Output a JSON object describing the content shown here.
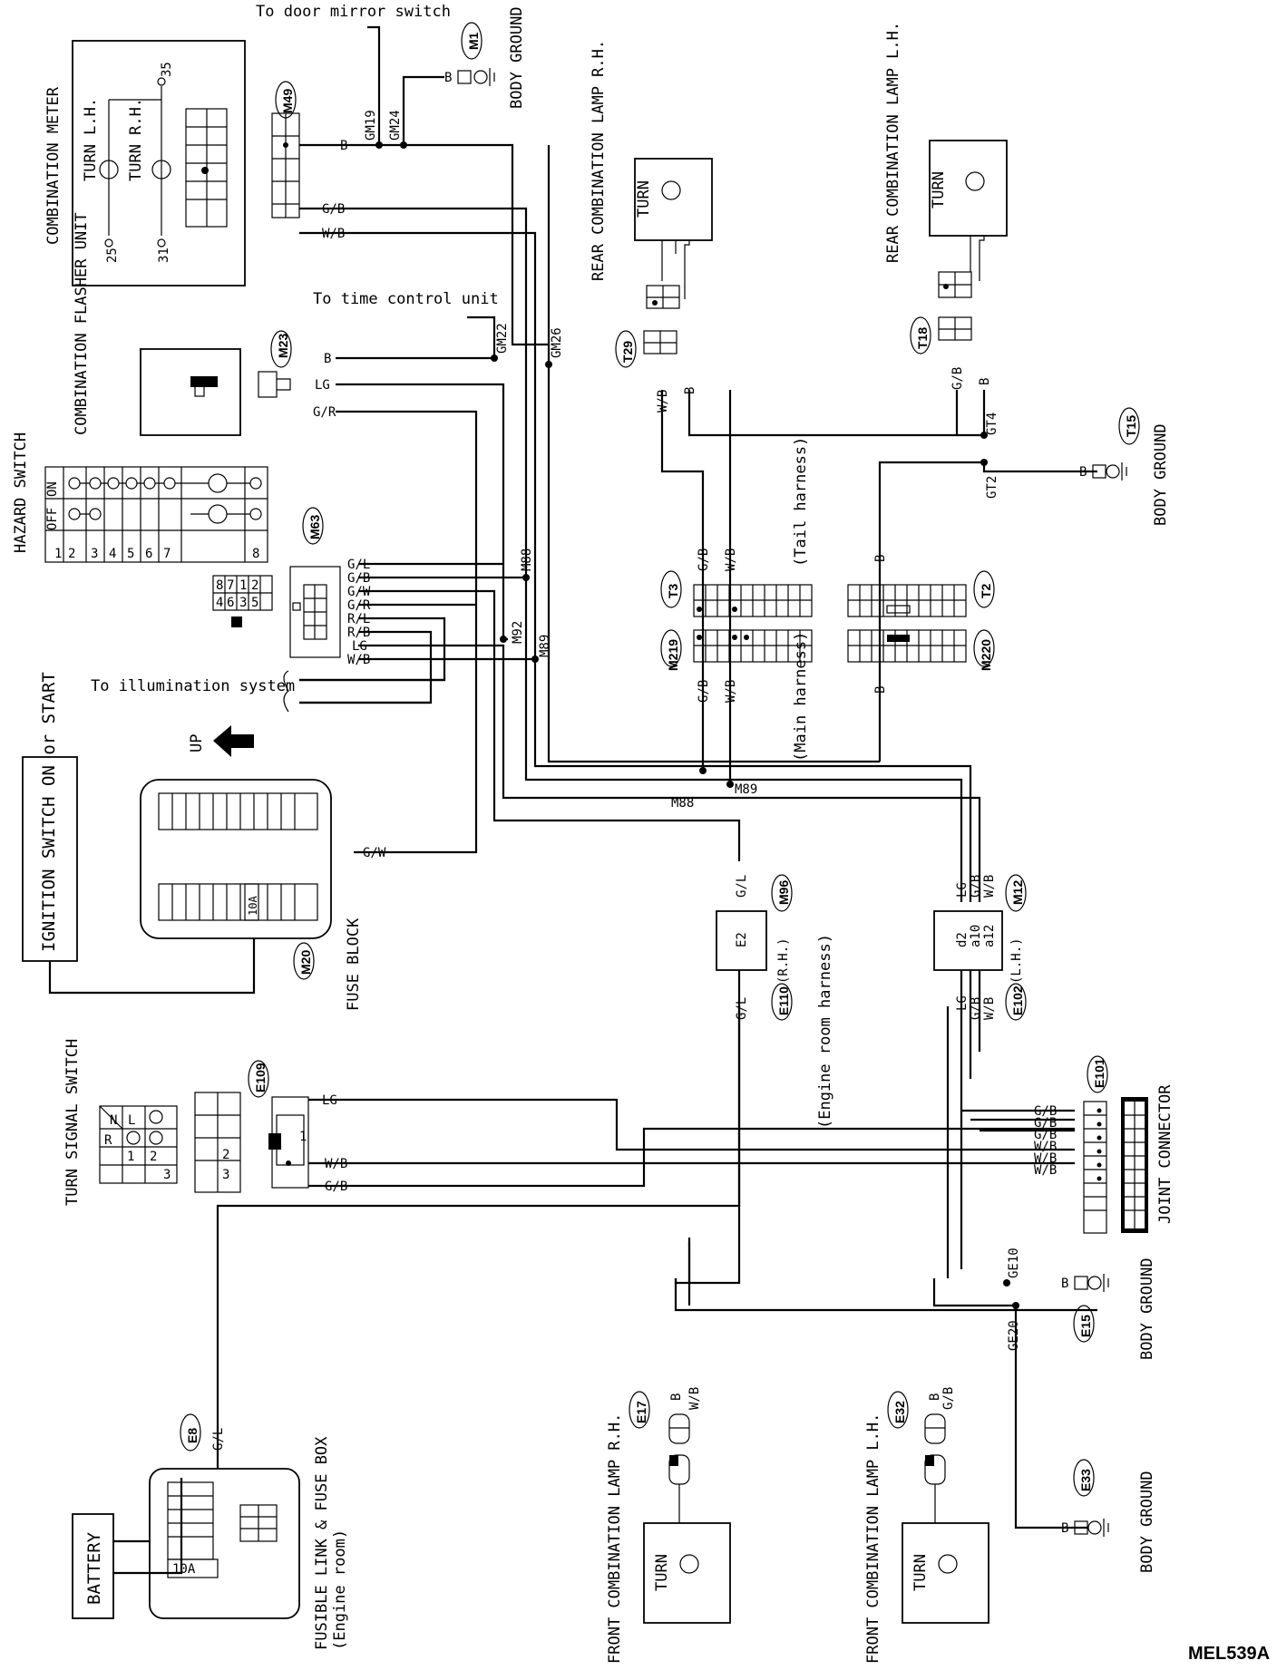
{
  "diagram_id": "MEL539A",
  "components": {
    "combination_meter": "COMBINATION METER",
    "turn_lh_indicator": "TURN L.H.",
    "turn_rh_indicator": "TURN R.H.",
    "pin_25": "25",
    "pin_31": "31",
    "pin_35": "35",
    "combination_flasher_unit": "COMBINATION FLASHER UNIT",
    "hazard_switch": "HAZARD SWITCH",
    "hazard_off": "OFF",
    "hazard_on": "ON",
    "ignition_switch": "IGNITION SWITCH ON or START",
    "fuse_block": "FUSE BLOCK",
    "fuse_10a": "10A",
    "turn_signal_switch": "TURN SIGNAL SWITCH",
    "fusible_link": "FUSIBLE LINK & FUSE BOX",
    "fusible_link_sub": "(Engine room)",
    "battery": "BATTERY",
    "rear_combo_rh": "REAR COMBINATION LAMP R.H.",
    "rear_combo_lh": "REAR COMBINATION LAMP L.H.",
    "front_combo_rh": "FRONT COMBINATION LAMP R.H.",
    "front_combo_lh": "FRONT COMBINATION LAMP L.H.",
    "turn": "TURN",
    "joint_connector": "JOINT CONNECTOR",
    "body_ground": "BODY GROUND"
  },
  "notes": {
    "to_door_mirror": "To door mirror switch",
    "to_time_control": "To time control unit",
    "to_illumination": "To illumination system",
    "up": "UP",
    "tail_harness": "(Tail harness)",
    "main_harness": "(Main harness)",
    "engine_room_harness": "(Engine room harness)",
    "rh": "(R.H.)",
    "lh": "(L.H.)"
  },
  "connectors": {
    "m1": "M1",
    "m49": "M49",
    "m23": "M23",
    "m63": "M63",
    "m20": "M20",
    "t29": "T29",
    "t18": "T18",
    "t15": "T15",
    "t3": "T3",
    "t2": "T2",
    "m219": "M219",
    "m220": "M220",
    "m96": "M96",
    "m12": "M12",
    "e110": "E110",
    "e102": "E102",
    "e109": "E109",
    "e101": "E101",
    "e15": "E15",
    "e17": "E17",
    "e32": "E32",
    "e33": "E33",
    "e8": "E8",
    "e2": "E2",
    "d2": "d2",
    "a10": "a10",
    "a12": "a12"
  },
  "junctions": {
    "gm19": "GM19",
    "gm24": "GM24",
    "gm22": "GM22",
    "gm26": "GM26",
    "m88": "M88",
    "m92": "M92",
    "m89": "M89",
    "gt4": "GT4",
    "gt2": "GT2",
    "ge10": "GE10",
    "ge20": "GE20"
  },
  "wires": {
    "b": "B",
    "gb": "G/B",
    "wb": "W/B",
    "lg": "LG",
    "gr": "G/R",
    "gl": "G/L",
    "gw": "G/W",
    "rl": "R/L",
    "rb": "R/B"
  },
  "switch_positions": {
    "hazard_rows": [
      "1",
      "2",
      "3",
      "4",
      "5",
      "6",
      "7",
      "8"
    ],
    "turn_cols": [
      "R",
      "N",
      "L"
    ],
    "turn_rows": [
      "1",
      "2",
      "3"
    ]
  }
}
